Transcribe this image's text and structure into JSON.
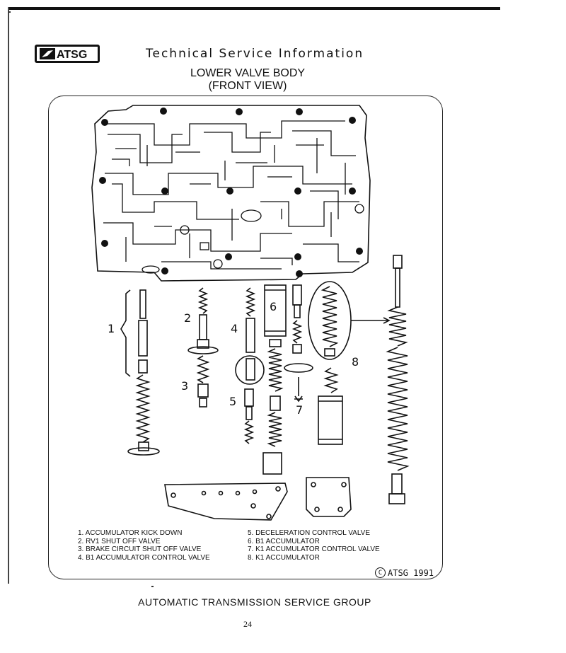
{
  "header": {
    "logo_text": "ATSG",
    "subtitle": "Technical Service Information"
  },
  "title": {
    "line1": "LOWER VALVE BODY",
    "line2": "(FRONT VIEW)"
  },
  "callouts": [
    "1",
    "2",
    "3",
    "4",
    "5",
    "6",
    "7",
    "8"
  ],
  "legend": {
    "left": [
      "1. ACCUMULATOR KICK DOWN",
      "2. RV1 SHUT OFF VALVE",
      "3. BRAKE CIRCUIT SHUT OFF VALVE",
      "4. B1 ACCUMULATOR CONTROL VALVE"
    ],
    "right": [
      "5. DECELERATION CONTROL VALVE",
      "6. B1 ACCUMULATOR",
      "7. K1 ACCUMULATOR CONTROL VALVE",
      "8. K1 ACCUMULATOR"
    ]
  },
  "copyright": {
    "symbol": "C",
    "text": "ATSG 1991"
  },
  "footer": "AUTOMATIC TRANSMISSION SERVICE GROUP",
  "page_number": "24"
}
